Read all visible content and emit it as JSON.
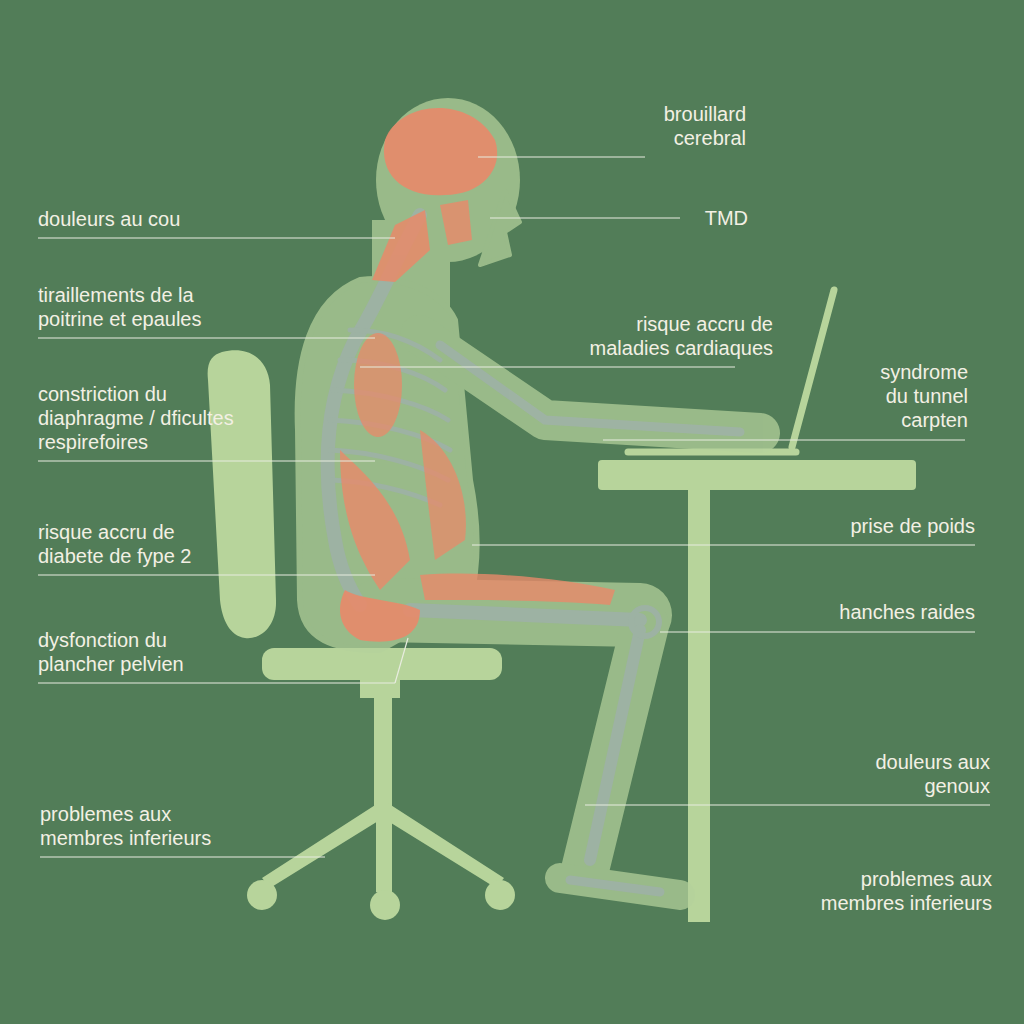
{
  "diagram": {
    "labels": [
      "brouillard cerebral",
      "TMD",
      "douleurs au cou",
      "tiraillements de la poitrine et epaules",
      "risque accru de maladies cardiaques",
      "constriction du diaphragme / dficultes respirefoires",
      "syndrome du tunnel carpten",
      "risque accru de diabete de fype 2",
      "prise de poids",
      "dysfonction du plancher pelvien",
      "hanches raides",
      "douleurs aux genoux",
      "problemes aux membres inferieurs",
      "problemes aux membres inferieurs"
    ]
  }
}
